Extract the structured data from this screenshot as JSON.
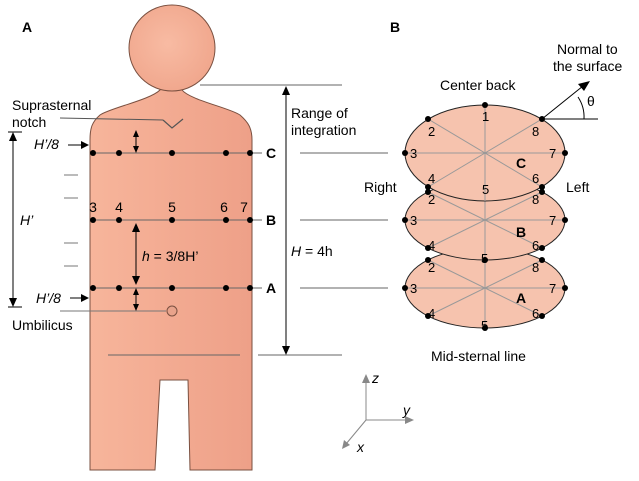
{
  "panels": {
    "a": "A",
    "b": "B"
  },
  "colors": {
    "skin": "#f7b49a",
    "skin_dark": "#eea089",
    "skin_stroke": "#7a5040",
    "disc": "#f6c4b0",
    "line": "#000000",
    "gray_line": "#888888"
  },
  "panel_a": {
    "suprasternal_line1": "Suprasternal",
    "suprasternal_line2": "notch",
    "umbilicus": "Umbilicus",
    "range_line1": "Range of",
    "range_line2": "integration",
    "h_prime": "H’",
    "h_prime_8_top": "H’/8",
    "h_prime_8_bottom": "H’/8",
    "h_eq_prefix": "h",
    "h_eq_suffix": " = 3/8H’",
    "H_prefix": "H",
    "H_suffix": " = 4h",
    "levels": [
      "C",
      "B",
      "A"
    ],
    "electrode_numbers": [
      "3",
      "4",
      "5",
      "6",
      "7"
    ]
  },
  "panel_b": {
    "center_back": "Center back",
    "normal_line1": "Normal to",
    "normal_line2": "the surface",
    "theta": "θ",
    "right": "Right",
    "left": "Left",
    "mid_sternal": "Mid-sternal line",
    "discs": [
      {
        "level": "C",
        "numbers": [
          "1",
          "2",
          "3",
          "4",
          "5",
          "6",
          "7",
          "8"
        ]
      },
      {
        "level": "B",
        "numbers": [
          "2",
          "3",
          "4",
          "5",
          "6",
          "7",
          "8"
        ]
      },
      {
        "level": "A",
        "numbers": [
          "2",
          "3",
          "4",
          "5",
          "6",
          "7",
          "8"
        ]
      }
    ]
  },
  "axes": {
    "z": "z",
    "y": "y",
    "x": "x"
  }
}
